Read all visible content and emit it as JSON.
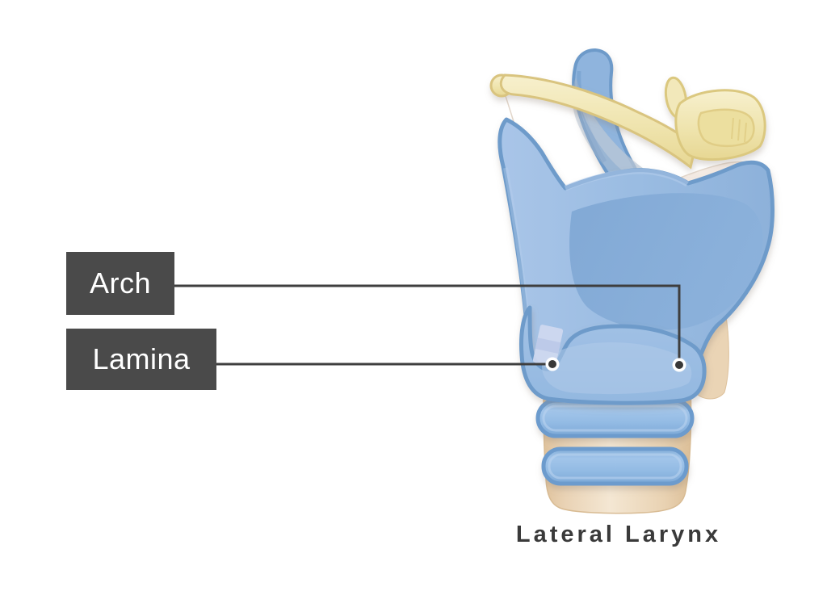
{
  "diagram": {
    "caption": "Lateral Larynx",
    "labels": [
      {
        "text": "Arch"
      },
      {
        "text": "Lamina"
      }
    ],
    "colors": {
      "background": "#ffffff",
      "label_background": "#4a4a4a",
      "label_text": "#ffffff",
      "leader_line": "#3e3e3e",
      "pointer_dot": "#383838",
      "pointer_dot_ring": "#ffffff",
      "cartilage_blue": "#98bbe1",
      "cartilage_blue_inner": "#84aad6",
      "cartilage_outline": "#6e9bca",
      "epiglottis_blue": "#8fb4dd",
      "hyoid_yellow": "#efe4ae",
      "hyoid_outline": "#d9c47f",
      "membrane_cream": "#f4ebe4",
      "trachea_tan": "#ecd8ba",
      "ligament_lavender": "#cfd9f0",
      "caption_text": "#3a3a3a"
    }
  }
}
